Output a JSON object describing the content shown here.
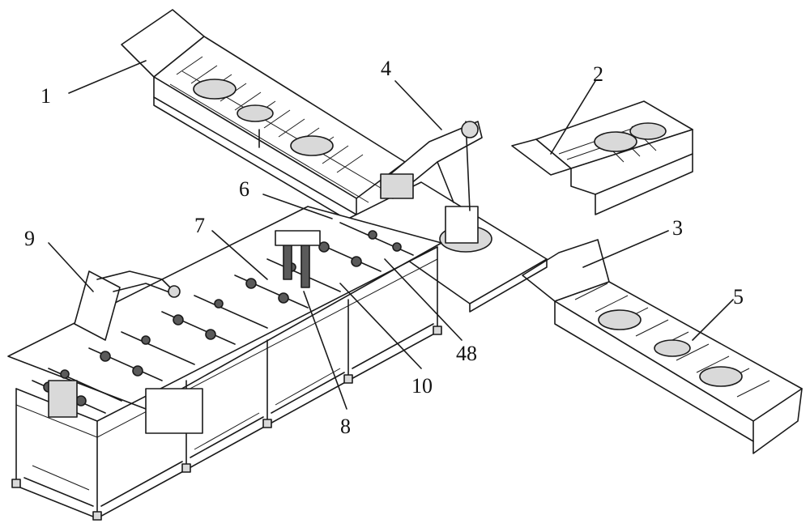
{
  "labels": [
    {
      "id": "1",
      "text": "1"
    },
    {
      "id": "2",
      "text": "2"
    },
    {
      "id": "3",
      "text": "3"
    },
    {
      "id": "4",
      "text": "4"
    },
    {
      "id": "5",
      "text": "5"
    },
    {
      "id": "6",
      "text": "6"
    },
    {
      "id": "7",
      "text": "7"
    },
    {
      "id": "8",
      "text": "8"
    },
    {
      "id": "9",
      "text": "9"
    },
    {
      "id": "10",
      "text": "10"
    },
    {
      "id": "48",
      "text": "48"
    }
  ],
  "colors": {
    "line": "#1a1a1a",
    "background": "#ffffff"
  }
}
